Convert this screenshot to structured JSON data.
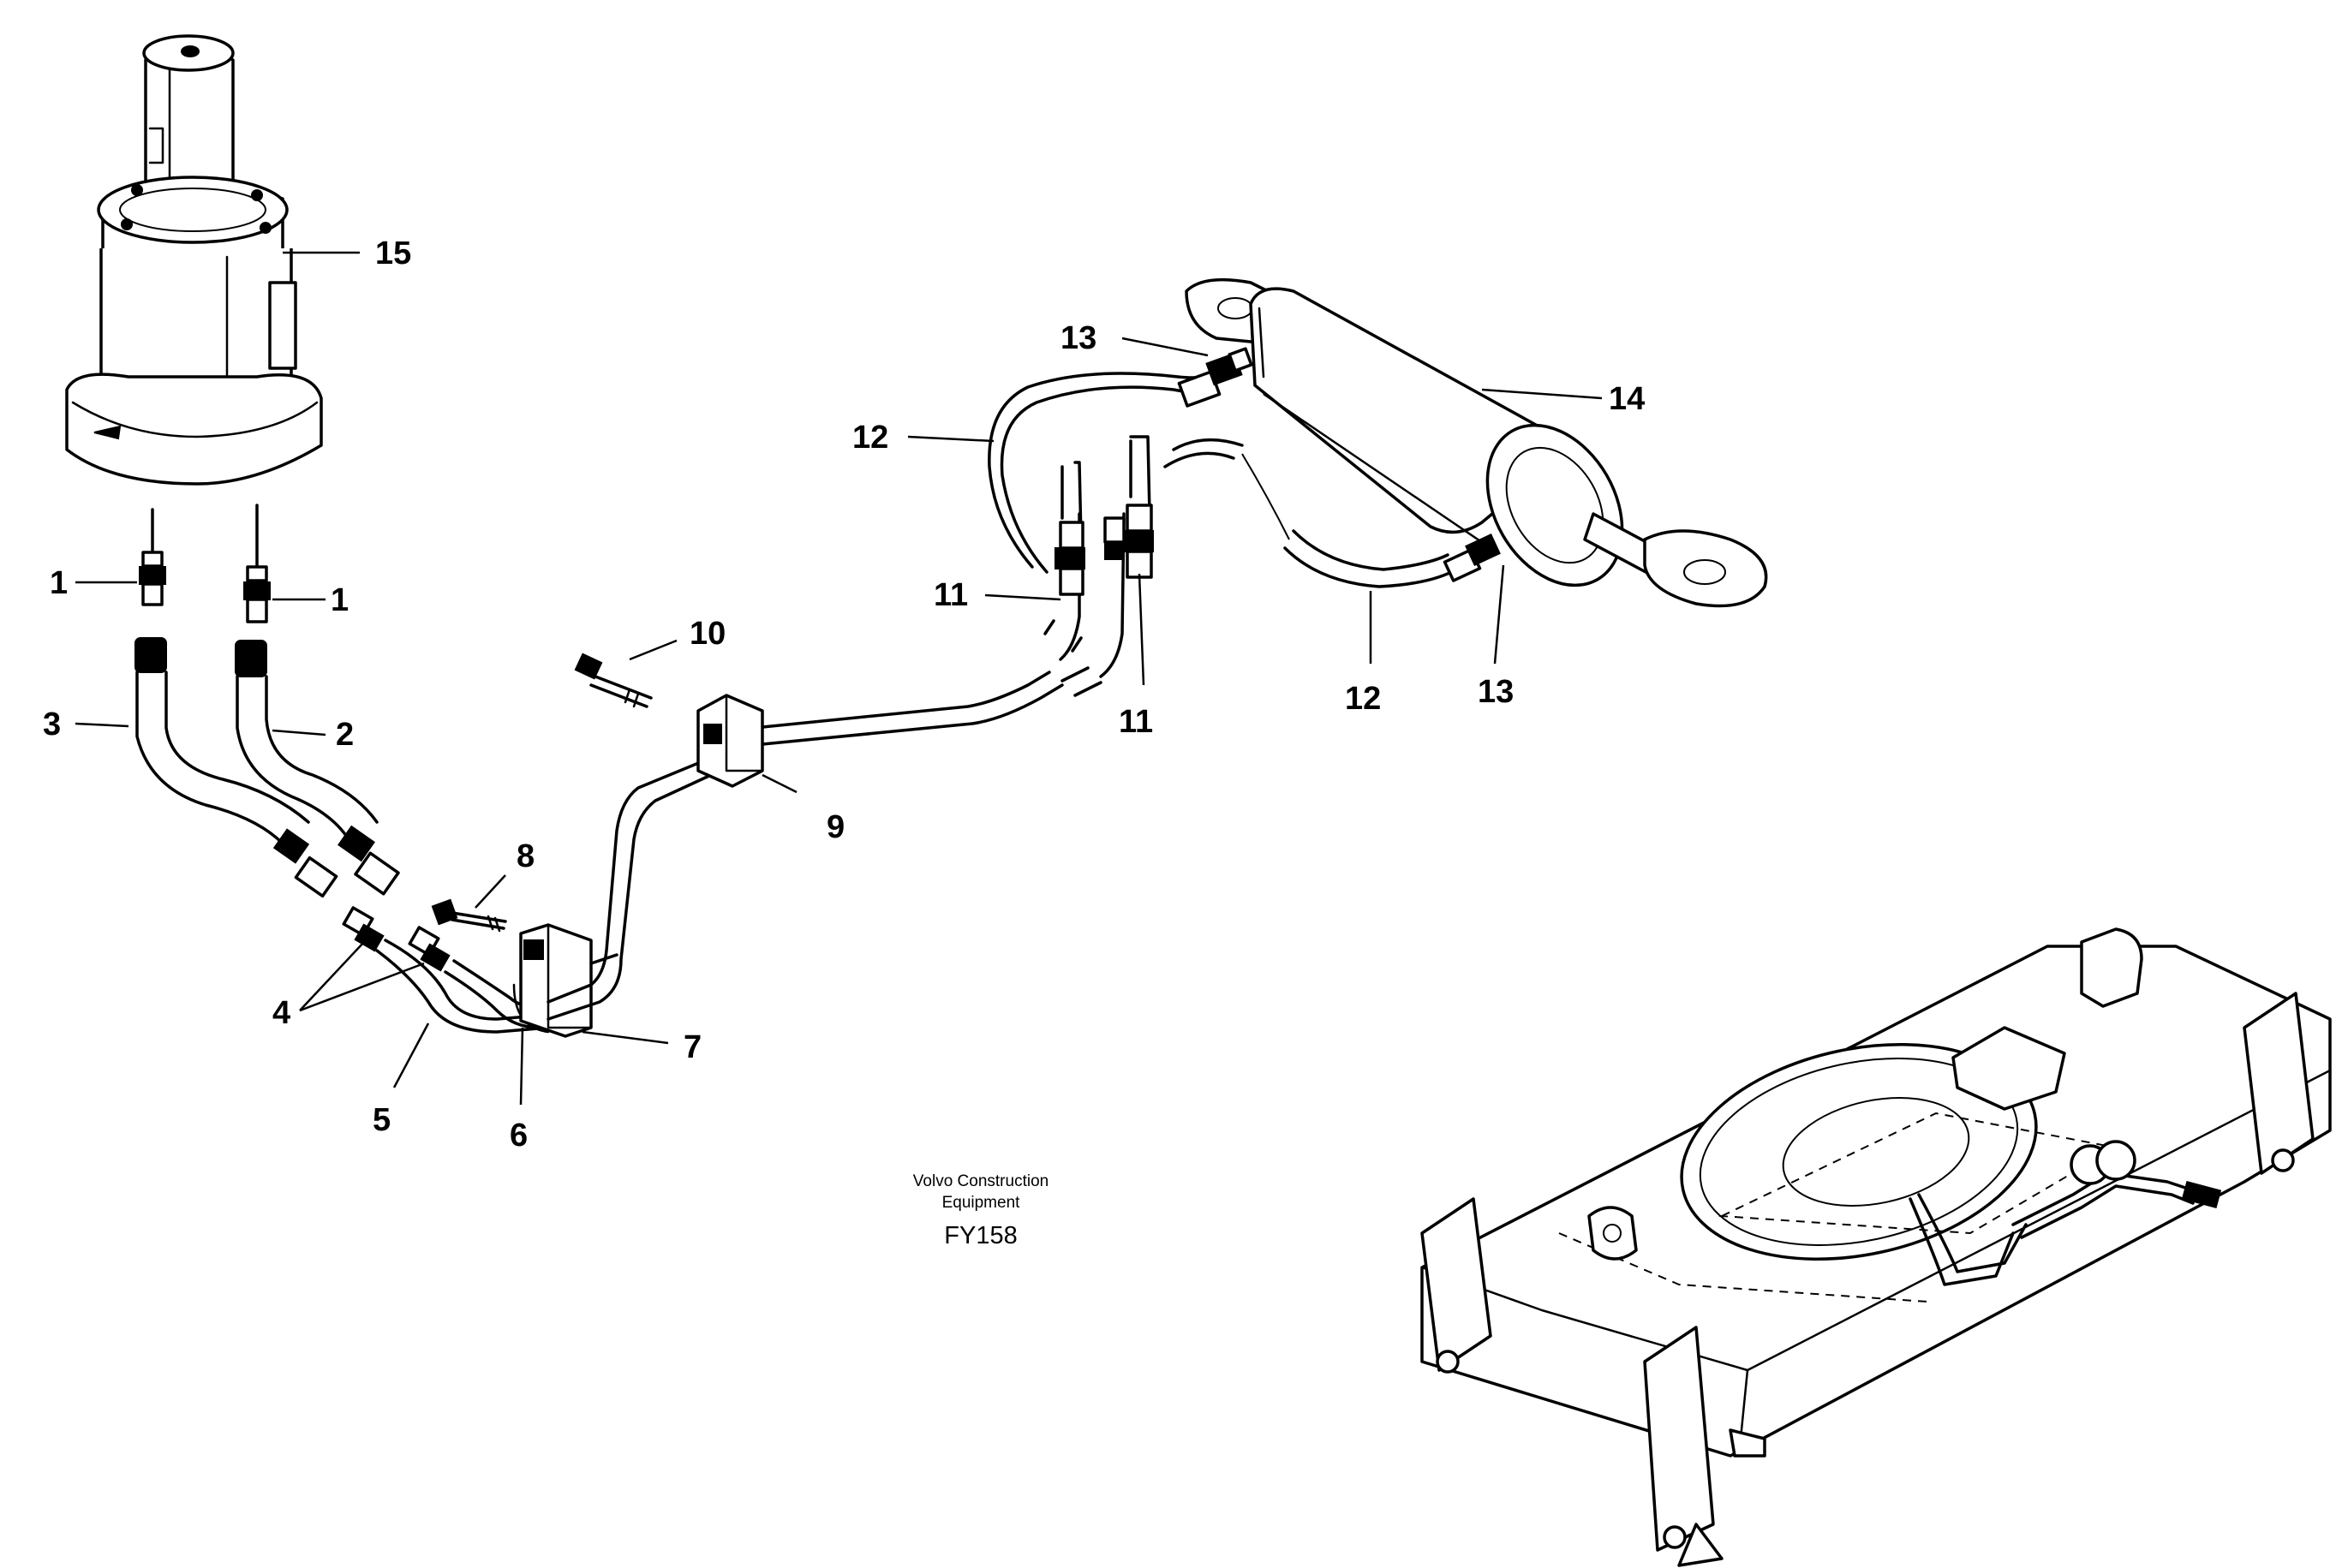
{
  "callouts": {
    "c1a": "1",
    "c1b": "1",
    "c2": "2",
    "c3": "3",
    "c4": "4",
    "c5": "5",
    "c6": "6",
    "c7": "7",
    "c8": "8",
    "c9": "9",
    "c10": "10",
    "c11a": "11",
    "c11b": "11",
    "c12a": "12",
    "c12b": "12",
    "c13a": "13",
    "c13b": "13",
    "c14": "14",
    "c15": "15"
  },
  "credit": {
    "line1": "Volvo Construction",
    "line2": "Equipment"
  },
  "drawing_code": "FY158"
}
